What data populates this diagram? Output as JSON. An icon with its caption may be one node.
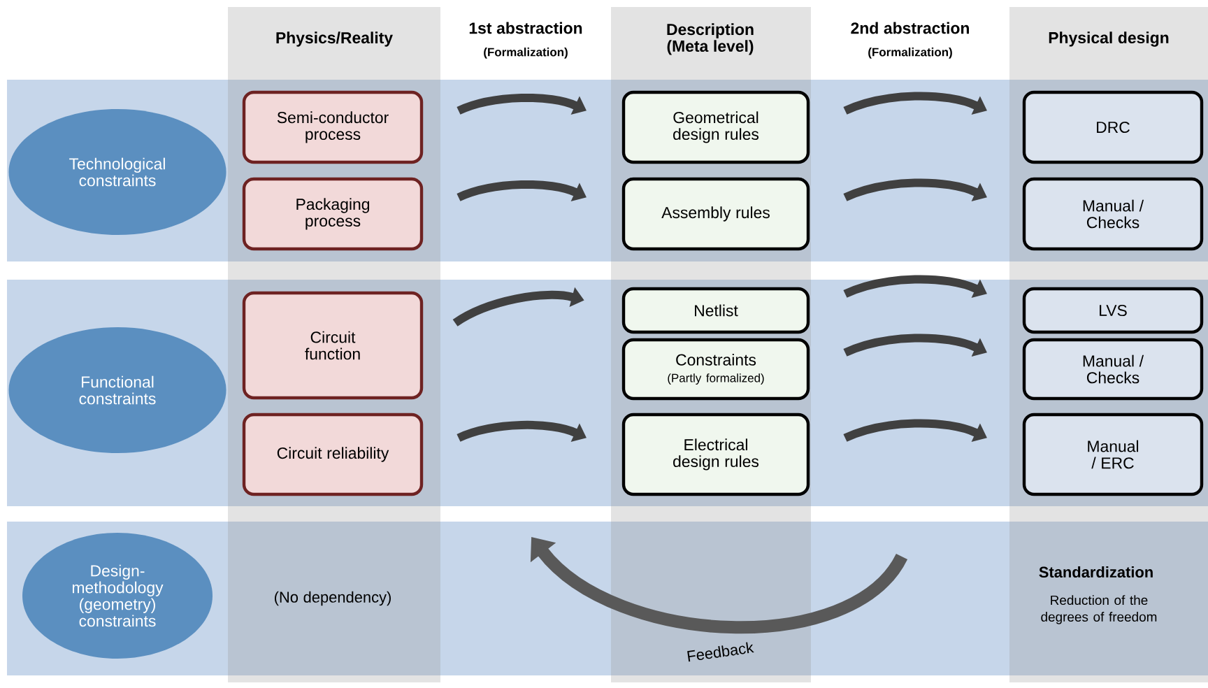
{
  "diagram": {
    "nodes": [
      {
        "text": [
          "Technological constraints"
        ]
      },
      {
        "text": [
          "Semi-conductor process"
        ]
      },
      {
        "text": [
          "Packaging process"
        ]
      },
      {
        "text": [
          "Geometrical design rules"
        ]
      },
      {
        "text": [
          "Assembly rules"
        ]
      },
      {
        "text": [
          "DRC"
        ]
      },
      {
        "text": [
          "Manual / Checks"
        ]
      },
      {
        "text": [
          "Functional constraints"
        ]
      },
      {
        "text": [
          "Circuit function"
        ]
      },
      {
        "text": [
          "Circuit reliability"
        ]
      },
      {
        "text": [
          "Netlist"
        ]
      },
      {
        "text": [
          "Constraints",
          "(Partly formalized)"
        ]
      },
      {
        "text": [
          "Electrical design rules"
        ]
      },
      {
        "text": [
          "LVS"
        ]
      },
      {
        "text": [
          "Manual / Checks"
        ]
      },
      {
        "text": [
          "Manual / ERC"
        ]
      },
      {
        "text": [
          "Design-methodology (geometry) constraints"
        ]
      }
    ],
    "edges": [
      {
        "from": 1,
        "to": 3,
        "arrow": "to"
      },
      {
        "from": 2,
        "to": 4,
        "arrow": "to"
      },
      {
        "from": 3,
        "to": 5,
        "arrow": "to"
      },
      {
        "from": 4,
        "to": 6,
        "arrow": "to"
      },
      {
        "from": 8,
        "to": 10,
        "arrow": "to"
      },
      {
        "from": 10,
        "to": 13,
        "arrow": "to"
      },
      {
        "from": 11,
        "to": 14,
        "arrow": "to"
      },
      {
        "from": 9,
        "to": 12,
        "arrow": "to"
      },
      {
        "from": 12,
        "to": 15,
        "arrow": "to"
      }
    ],
    "labels": [
      "Physics/Reality",
      "1st abstraction",
      "(Formalization)",
      "Description (Meta level)",
      "2nd abstraction",
      "(Formalization)",
      "Physical design",
      "(No dependency)",
      "Feedback",
      "Standardization",
      "Reduction of the degrees of freedom"
    ]
  }
}
